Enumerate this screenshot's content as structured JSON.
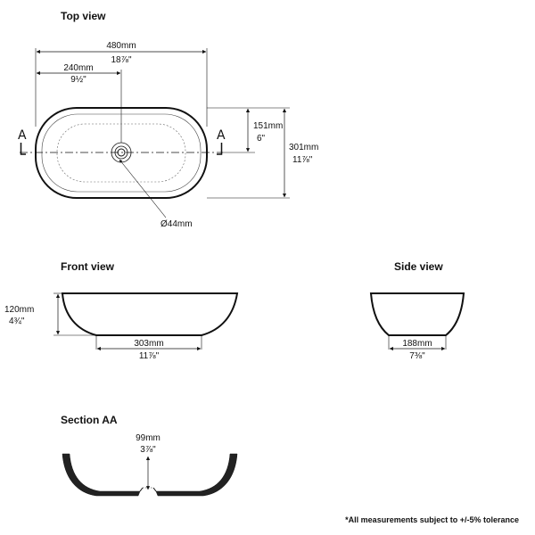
{
  "views": {
    "top": {
      "title": "Top view",
      "width_mm": "480mm",
      "width_in": "18⅞\"",
      "half_mm": "240mm",
      "half_in": "9½\"",
      "center_mm": "151mm",
      "center_in": "6\"",
      "depth_mm": "301mm",
      "depth_in": "11⅞\"",
      "drain_dia": "Ø44mm",
      "section_marker": "A"
    },
    "front": {
      "title": "Front view",
      "height_mm": "120mm",
      "height_in": "4¾\"",
      "base_mm": "303mm",
      "base_in": "11⅞\""
    },
    "side": {
      "title": "Side view",
      "base_mm": "188mm",
      "base_in": "7⅜\""
    },
    "section": {
      "title": "Section AA",
      "depth_mm": "99mm",
      "depth_in": "3⅞\""
    }
  },
  "footnote": "*All measurements subject to +/-5% tolerance",
  "colors": {
    "ink": "#111111",
    "fill": "#222222",
    "background": "#ffffff"
  }
}
